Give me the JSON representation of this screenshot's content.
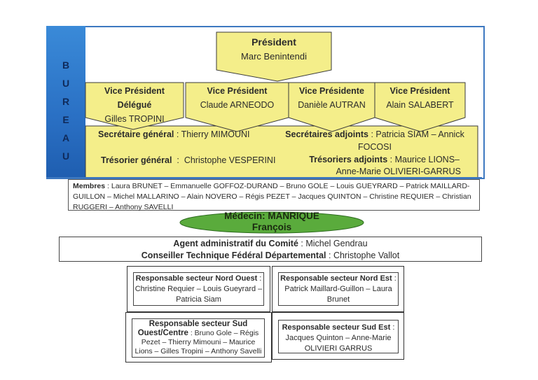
{
  "colors": {
    "blue_bar": "#2a70c4",
    "frame_border": "#3d78c0",
    "yellow_box": "#f4ee8a",
    "green_ellipse": "#5aab3c",
    "text_dark": "#2b2b2b"
  },
  "bureau": {
    "letters": [
      "B",
      "U",
      "R",
      "E",
      "A",
      "U"
    ]
  },
  "president": {
    "title": "Président",
    "name": "Marc Benintendi"
  },
  "vice_presidents": [
    {
      "title_line1": "Vice Président",
      "title_line2": "Délégué",
      "name": "Gilles TROPINI"
    },
    {
      "title_line1": "Vice Président",
      "title_line2": "",
      "name": "Claude ARNEODO"
    },
    {
      "title_line1": "Vice Présidente",
      "title_line2": "",
      "name": "Danièle AUTRAN"
    },
    {
      "title_line1": "Vice Président",
      "title_line2": "",
      "name": "Alain SALABERT"
    }
  ],
  "officers": {
    "secretary_general": {
      "label": "Secrétaire général",
      "sep": " : ",
      "name": "Thierry MIMOUNI"
    },
    "secretaries_adjoint": {
      "label": "Secrétaires adjoints",
      "sep": " : ",
      "line1": "Patricia SIAM – Annick",
      "line2": "FOCOSI"
    },
    "treasurer_general": {
      "label": "Trésorier général",
      "sep": "  :  ",
      "name": "Christophe VESPERINI"
    },
    "treasurers_adjoint": {
      "label": "Trésoriers adjoints",
      "sep": " : ",
      "line1": "Maurice LIONS–",
      "line2": "Anne-Marie OLIVIERI-GARRUS"
    }
  },
  "members": {
    "label": "Membres",
    "sep": " : ",
    "text": "Laura BRUNET – Emmanuelle GOFFOZ-DURAND – Bruno GOLE – Louis GUEYRARD – Patrick MAILLARD-GUILLON – Michel MALLARINO – Alain NOVERO – Régis PEZET – Jacques QUINTON – Christine REQUIER – Christian RUGGERI – Anthony SAVELLI"
  },
  "doctor": {
    "line1": "Médecin: MANRIQUE",
    "line2": "François"
  },
  "staff": {
    "agent_label": "Agent administratif du Comité",
    "agent_sep": " : ",
    "agent_name": "Michel Gendrau",
    "ctfd_label": "Conseiller Technique Fédéral Départemental",
    "ctfd_sep": " : ",
    "ctfd_name": "Christophe Vallot"
  },
  "sectors": [
    {
      "label": "Responsable secteur Nord Ouest",
      "sep": " :",
      "names": "Christine Requier – Louis Gueyrard – Patricia Siam"
    },
    {
      "label": "Responsable secteur Nord Est",
      "sep": " :",
      "names": "Patrick Maillard-Guillon – Laura Brunet"
    },
    {
      "label": "Responsable secteur Sud Ouest/Centre",
      "sep": " : ",
      "names": "Bruno Gole – Régis Pezet – Thierry Mimouni – Maurice Lions – Gilles Tropini – Anthony Savelli"
    },
    {
      "label": "Responsable secteur Sud Est",
      "sep": " :",
      "names": "Jacques Quinton – Anne-Marie OLIVIERI GARRUS"
    }
  ]
}
